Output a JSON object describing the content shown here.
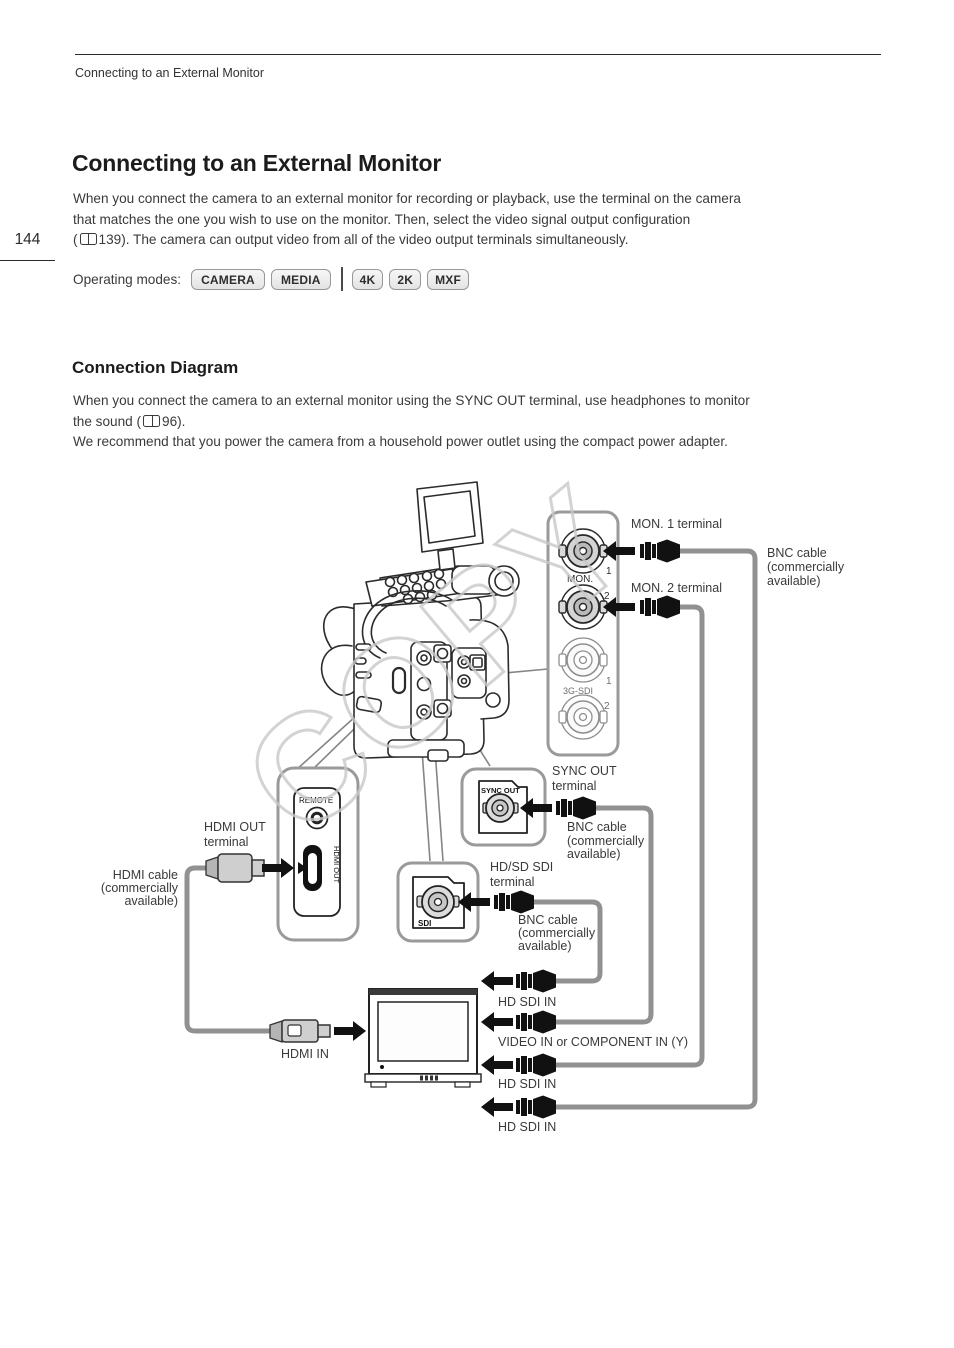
{
  "page": {
    "header": "Connecting to an External Monitor",
    "page_number": "144"
  },
  "title": "Connecting to an External Monitor",
  "intro": {
    "line1": "When you connect the camera to an external monitor for recording or playback, use the terminal on the camera",
    "line2": "that matches the one you wish to use on the monitor. Then, select the video signal output configuration",
    "line3_prefix": "(",
    "line3_ref": "139",
    "line3_suffix": "). The camera can output video from all of the video output terminals simultaneously."
  },
  "operating_modes": {
    "label": "Operating modes:",
    "badges": [
      "CAMERA",
      "MEDIA",
      "4K",
      "2K",
      "MXF"
    ]
  },
  "section": {
    "heading": "Connection Diagram",
    "line1": "When you connect the camera to an external monitor using the SYNC OUT terminal, use headphones to monitor",
    "line2_prefix": "the sound (",
    "line2_ref": "96",
    "line2_suffix": ").",
    "line3": "We recommend that you power the camera from a household power outlet using the compact power adapter."
  },
  "diagram": {
    "watermark": "COPY",
    "colors": {
      "cable": "#919191",
      "arrow": "#111111",
      "panel_outline": "#9a9a9a",
      "watermark": "#c9c9c9"
    },
    "bnc_panel": {
      "mon_label": "MON.",
      "sdi_label": "3G-SDI",
      "port1": "1",
      "port2": "2"
    },
    "sync_box_label": "SYNC OUT",
    "sdi_box_label": "SDI",
    "remote_label": "REMOTE",
    "hdmi_port_label": "HDMI OUT",
    "labels": {
      "mon1_terminal": "MON. 1 terminal",
      "mon2_terminal": "MON. 2 terminal",
      "bnc_cable_1": "BNC cable",
      "bnc_cable_2": "(commercially",
      "bnc_cable_3": "available)",
      "sync_out_1": "SYNC OUT",
      "sync_out_2": "terminal",
      "hdsd_sdi_1": "HD/SD SDI",
      "hdsd_sdi_2": "terminal",
      "hdmi_out_1": "HDMI OUT",
      "hdmi_out_2": "terminal",
      "hdmi_cable_1": "HDMI cable",
      "hdmi_cable_2": "(commercially",
      "hdmi_cable_3": "available)",
      "hdmi_in": "HDMI IN",
      "hd_sdi_in": "HD SDI IN",
      "video_in": "VIDEO IN or COMPONENT IN (Y)"
    }
  }
}
